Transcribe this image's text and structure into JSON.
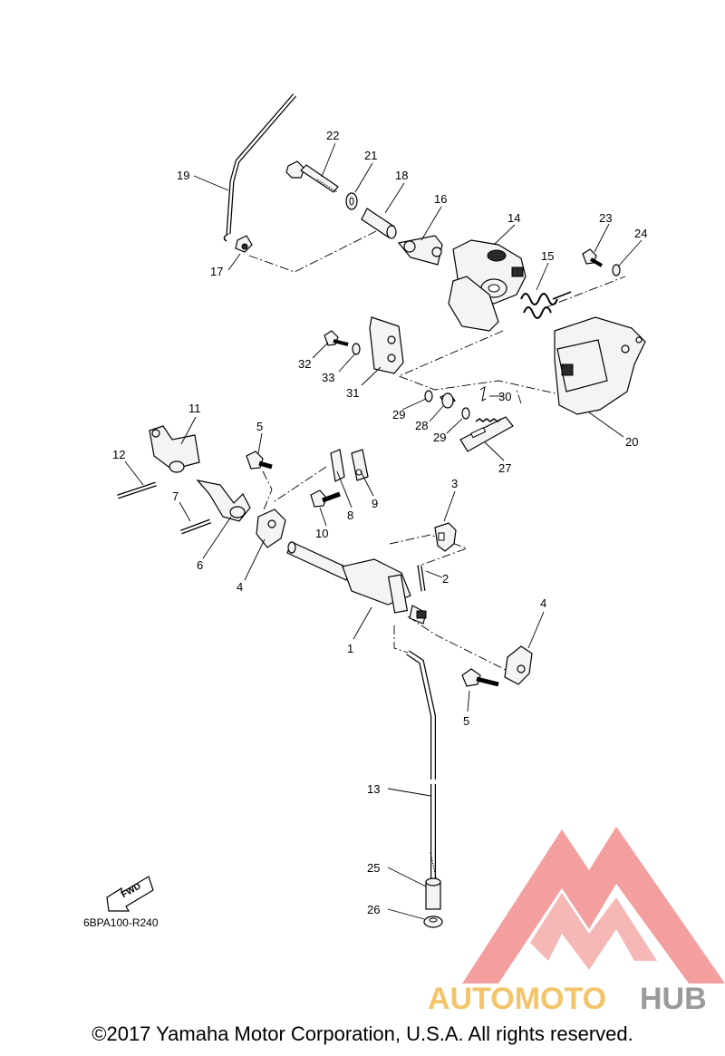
{
  "diagram": {
    "ref_code": "6BPA100-R240",
    "fwd_label": "FWD",
    "callouts": [
      "1",
      "2",
      "3",
      "4",
      "4",
      "5",
      "5",
      "6",
      "7",
      "8",
      "9",
      "10",
      "11",
      "12",
      "13",
      "14",
      "15",
      "16",
      "17",
      "18",
      "19",
      "20",
      "21",
      "22",
      "23",
      "24",
      "25",
      "26",
      "27",
      "28",
      "29",
      "29",
      "30",
      "31",
      "32",
      "33"
    ]
  },
  "watermark": {
    "brand_part1": "AUTOMOTO",
    "brand_part2": "HUB",
    "color_logo": "#f08080",
    "color_text1": "#f4c46a",
    "color_text2": "#9a9a9a"
  },
  "footer": {
    "copyright": "©2017 Yamaha Motor Corporation, U.S.A. All rights reserved."
  }
}
